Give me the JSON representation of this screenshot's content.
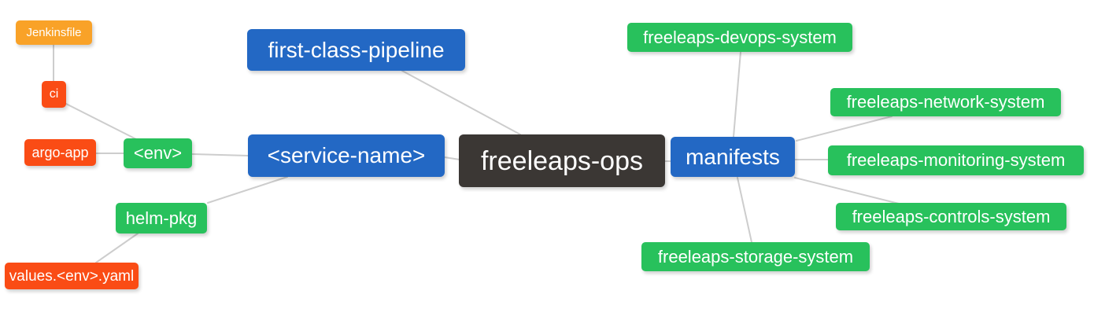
{
  "diagram": {
    "type": "mindmap",
    "root": "freeleaps_ops",
    "palette": {
      "root_bg": "#3b3734",
      "branch_blue": "#2368c4",
      "leaf_green": "#28c15c",
      "leaf_red": "#fa4c15",
      "leaf_amber": "#f9a228",
      "edge_gray": "#cdcdcd",
      "node_text": "#ffffff",
      "background": "#ffffff"
    },
    "nodes": {
      "freeleaps_ops": {
        "label": "freeleaps-ops",
        "color": "dark"
      },
      "first_class_pipeline": {
        "label": "first-class-pipeline",
        "color": "blue"
      },
      "service_name": {
        "label": "<service-name>",
        "color": "blue"
      },
      "manifests": {
        "label": "manifests",
        "color": "blue"
      },
      "env": {
        "label": "<env>",
        "color": "green"
      },
      "helm_pkg": {
        "label": "helm-pkg",
        "color": "green"
      },
      "ci": {
        "label": "ci",
        "color": "red"
      },
      "argo_app": {
        "label": "argo-app",
        "color": "red"
      },
      "jenkinsfile": {
        "label": "Jenkinsfile",
        "color": "amber"
      },
      "values_env_yaml": {
        "label": "values.<env>.yaml",
        "color": "red"
      },
      "devops_system": {
        "label": "freeleaps-devops-system",
        "color": "green"
      },
      "network_system": {
        "label": "freeleaps-network-system",
        "color": "green"
      },
      "monitoring_system": {
        "label": "freeleaps-monitoring-system",
        "color": "green"
      },
      "controls_system": {
        "label": "freeleaps-controls-system",
        "color": "green"
      },
      "storage_system": {
        "label": "freeleaps-storage-system",
        "color": "green"
      }
    },
    "edges": [
      {
        "from": "jenkinsfile",
        "to": "ci"
      },
      {
        "from": "ci",
        "to": "env"
      },
      {
        "from": "argo_app",
        "to": "env"
      },
      {
        "from": "env",
        "to": "service_name"
      },
      {
        "from": "first_class_pipeline",
        "to": "freeleaps_ops"
      },
      {
        "from": "service_name",
        "to": "freeleaps_ops"
      },
      {
        "from": "service_name",
        "to": "helm_pkg"
      },
      {
        "from": "helm_pkg",
        "to": "values_env_yaml"
      },
      {
        "from": "freeleaps_ops",
        "to": "manifests"
      },
      {
        "from": "manifests",
        "to": "devops_system"
      },
      {
        "from": "manifests",
        "to": "network_system"
      },
      {
        "from": "manifests",
        "to": "monitoring_system"
      },
      {
        "from": "manifests",
        "to": "controls_system"
      },
      {
        "from": "manifests",
        "to": "storage_system"
      }
    ]
  }
}
